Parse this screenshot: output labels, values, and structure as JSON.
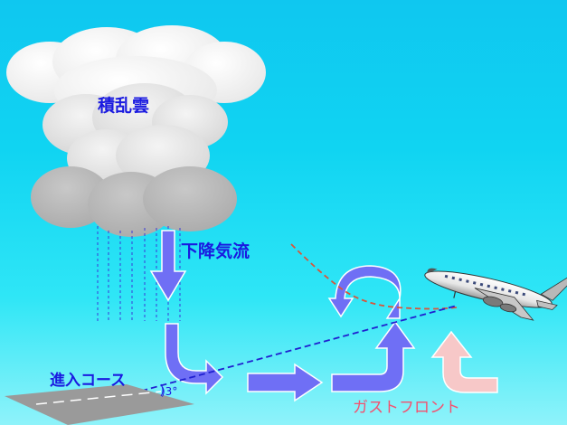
{
  "labels": {
    "cloud": "積乱雲",
    "downdraft": "下降気流",
    "approach_course": "進入コース",
    "angle": ")3°",
    "gust_front": "ガストフロント"
  },
  "colors": {
    "sky_top": "#0fc7f0",
    "sky_bottom": "#8ff3fa",
    "arrow": "#6f6ff5",
    "arrow_outline": "#ffffff",
    "gust_arrow": "#f7c8c8",
    "label_text": "#1a1ae0",
    "gust_text": "#f5506e",
    "flight_path": "#d9553a",
    "approach_line": "#2020d0",
    "runway": "#9a9a9a"
  },
  "icons": {
    "cloud": "cumulonimbus-cloud",
    "rain": "rain-streaks",
    "aircraft": "jet-airliner",
    "runway": "runway-strip"
  }
}
